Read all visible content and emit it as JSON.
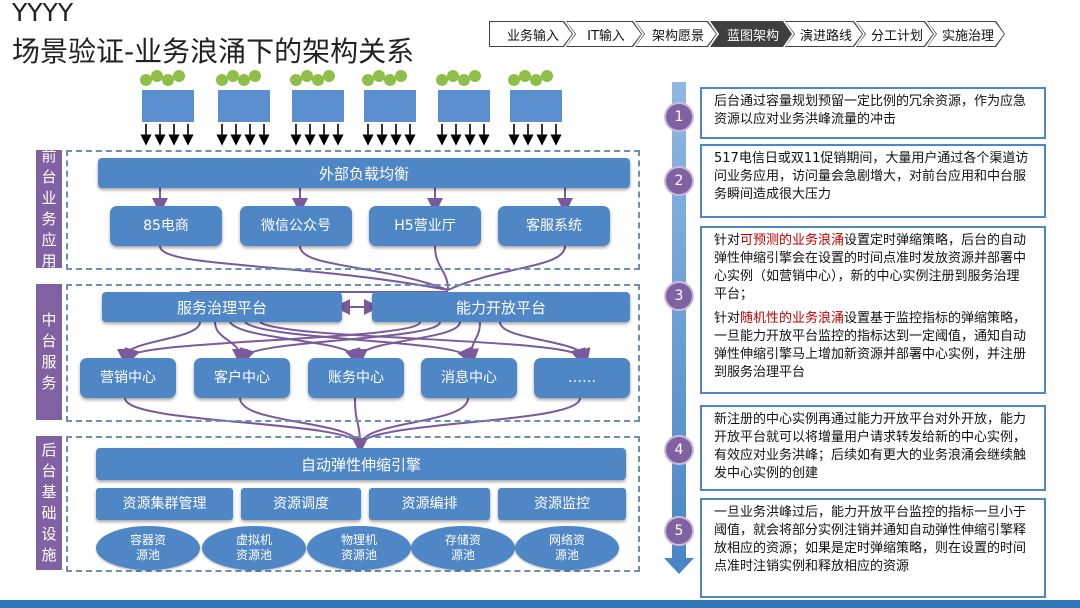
{
  "header": {
    "brand": "YYYY",
    "title": "场景验证-业务浪涌下的架构关系"
  },
  "steps": [
    {
      "label": "业务输入",
      "active": false
    },
    {
      "label": "IT输入",
      "active": false
    },
    {
      "label": "架构愿景",
      "active": false
    },
    {
      "label": "蓝图架构",
      "active": true
    },
    {
      "label": "演进路线",
      "active": false
    },
    {
      "label": "分工计划",
      "active": false
    },
    {
      "label": "实施治理",
      "active": false
    }
  ],
  "sections": {
    "front": {
      "label": "前台业务应用",
      "lb": "外部负载均衡",
      "apps": [
        "85电商",
        "微信公众号",
        "H5营业厅",
        "客服系统"
      ]
    },
    "middle": {
      "label": "中台服务",
      "governance": "服务治理平台",
      "open_platform": "能力开放平台",
      "centers": [
        "营销中心",
        "客户中心",
        "账务中心",
        "消息中心",
        "……"
      ]
    },
    "back": {
      "label": "后台基础设施",
      "engine": "自动弹性伸缩引擎",
      "modules": [
        "资源集群管理",
        "资源调度",
        "资源编排",
        "资源监控"
      ],
      "pools": [
        "容器资源池",
        "虚拟机资源池",
        "物理机资源池",
        "存储资源池",
        "网络资源池"
      ]
    }
  },
  "notes": [
    {
      "num": "1",
      "paras": [
        [
          {
            "t": "后台通过容量规划预留一定比例的冗余资源，作为应急资源以应对业务洪峰流量的冲击"
          }
        ]
      ]
    },
    {
      "num": "2",
      "paras": [
        [
          {
            "t": "517电信日或双11促销期间，大量用户通过各个渠道访问业务应用，访问量会急剧增大，对前台应用和中台服务瞬间造成很大压力"
          }
        ]
      ]
    },
    {
      "num": "3",
      "paras": [
        [
          {
            "t": "针对"
          },
          {
            "t": "可预测的业务浪涌",
            "hl": true
          },
          {
            "t": "设置定时弹缩策略，后台的自动弹性伸缩引擎会在设置的时间点准时发放资源并部署中心实例（如营销中心），新的中心实例注册到服务治理平台；"
          }
        ],
        [
          {
            "t": "针对"
          },
          {
            "t": "随机性的业务浪涌",
            "hl": true
          },
          {
            "t": "设置基于监控指标的弹缩策略，一旦能力开放平台监控的指标达到一定阈值，通知自动弹性伸缩引擎马上增加新资源并部署中心实例，并注册到服务治理平台"
          }
        ]
      ]
    },
    {
      "num": "4",
      "paras": [
        [
          {
            "t": "新注册的中心实例再通过能力开放平台对外开放，能力开放平台就可以将增量用户请求转发给新的中心实例，有效应对业务洪峰；后续如有更大的业务浪涌会继续触发中心实例的创建"
          }
        ]
      ]
    },
    {
      "num": "5",
      "paras": [
        [
          {
            "t": "一旦业务洪峰过后，能力开放平台监控的指标一旦小于阈值，就会将部分实例注销并通知自动弹性伸缩引擎释放相应的资源；如果是定时弹缩策略，则在设置的时间点准时注销实例和释放相应的资源"
          }
        ]
      ]
    }
  ],
  "colors": {
    "node_blue": "#4f86c6",
    "section_purple": "#8061a1",
    "flow_line": "#7a5a9a",
    "timeline_blue": "#5b9bd5"
  }
}
